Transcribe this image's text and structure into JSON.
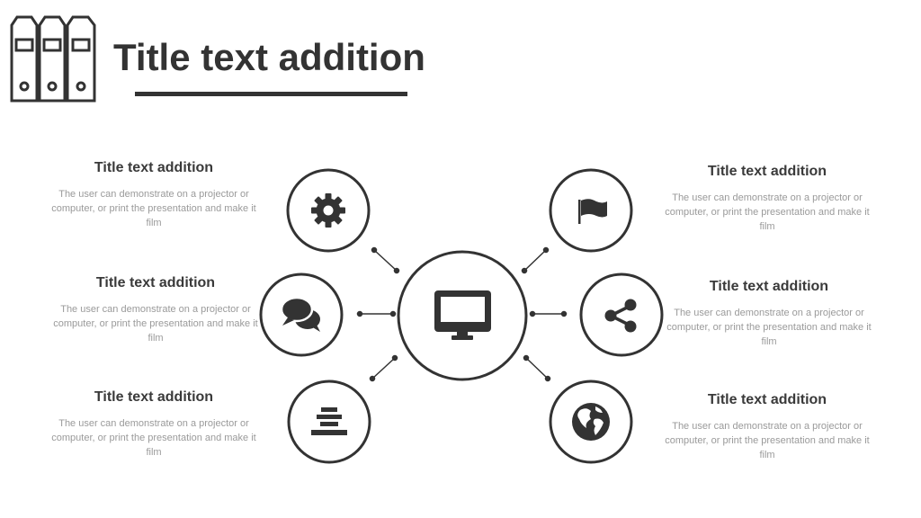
{
  "header": {
    "title": "Title text addition"
  },
  "center": {
    "icon": "monitor-icon"
  },
  "items": [
    {
      "icon": "gear-icon",
      "title": "Title text addition",
      "desc": "The user can demonstrate on a projector or computer, or print the presentation and make it film"
    },
    {
      "icon": "chat-bubbles-icon",
      "title": "Title text addition",
      "desc": "The user can demonstrate on a projector or computer, or print the presentation and make it film"
    },
    {
      "icon": "layers-icon",
      "title": "Title text addition",
      "desc": "The user can demonstrate on a projector or computer, or print the presentation and make it film"
    },
    {
      "icon": "flag-icon",
      "title": "Title text addition",
      "desc": "The user can demonstrate on a projector or computer, or print the presentation and make it film"
    },
    {
      "icon": "share-icon",
      "title": "Title text addition",
      "desc": "The user can demonstrate on a projector or computer, or print the presentation and make it film"
    },
    {
      "icon": "globe-icon",
      "title": "Title text addition",
      "desc": "The user can demonstrate on a projector or computer, or print the presentation and make it film"
    }
  ]
}
